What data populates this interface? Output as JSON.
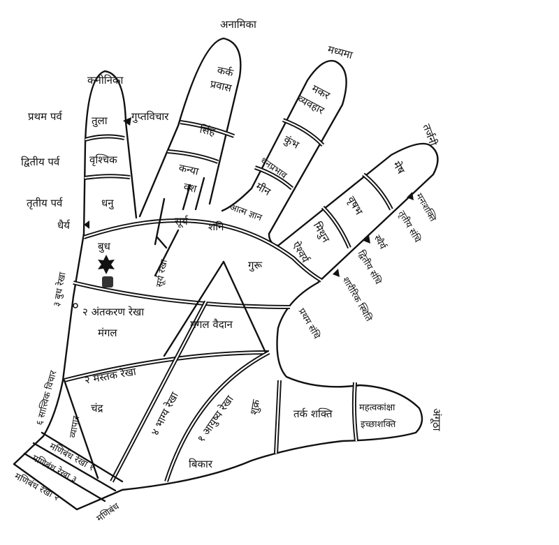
{
  "fingers": {
    "little": {
      "name": "कनीनिका",
      "segments": [
        "तुला",
        "वृश्चिक",
        "धनु"
      ],
      "phalanx_labels": [
        "प्रथम पर्व",
        "द्वितीय पर्व",
        "तृतीय पर्व"
      ],
      "side_labels": [
        "गुप्तविचार",
        "धैर्य"
      ]
    },
    "ring": {
      "name": "अनामिका",
      "segments": [
        "कर्क",
        "प्रवास",
        "सिंह",
        "कन्या",
        "वश"
      ]
    },
    "middle": {
      "name": "मध्यमा",
      "segments": [
        "मकर",
        "व्यवहार",
        "कुंभ",
        "धनप्रभाव",
        "मीन",
        "आत्म ज्ञान"
      ]
    },
    "index": {
      "name": "तर्जनी",
      "segments": [
        "मेष",
        "वृषभ",
        "मिथुन",
        "ऐश्वर्य"
      ],
      "side_labels": [
        "मनःशक्ति",
        "तृतीय संधि",
        "स्थैर्य",
        "द्वितीय संधि",
        "शारीरिक स्थिति",
        "प्रथम संधि"
      ]
    },
    "thumb": {
      "name": "अंगूठा",
      "segments": [
        "तर्क शक्ति",
        "महत्वकांक्षा",
        "इच्छाशक्ति"
      ]
    }
  },
  "palm": {
    "mounts": [
      "बुध",
      "सूर्य",
      "शनि",
      "गुरू",
      "मंगल",
      "मंगल वैदान",
      "चंद्र",
      "शुक्र",
      "बिकार",
      "व्यापार"
    ],
    "lines": [
      "३ बुध रेखा",
      "सूर्य रेखा",
      "२ अंतकरण रेखा",
      "२ मस्तक रेखा",
      "४ भाग्य रेखा",
      "१ आयुष्य रेखा",
      "६ सात्त्विक विचार"
    ],
    "wrist": [
      "मणिबंध रेखा १",
      "मणिबंध रेखा ३",
      "मणिबंध रेखा २",
      "मणिबंध"
    ]
  }
}
